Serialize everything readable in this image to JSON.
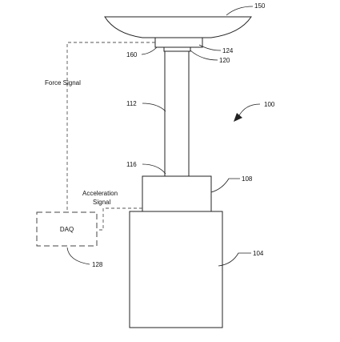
{
  "labels": {
    "ref_150": "150",
    "ref_124": "124",
    "ref_160": "160",
    "ref_120": "120",
    "ref_112": "112",
    "ref_100": "100",
    "ref_116": "116",
    "ref_108": "108",
    "ref_104": "104",
    "ref_128": "128",
    "force_signal": "Force Signal",
    "acceleration_line1": "Acceleration",
    "acceleration_line2": "Signal",
    "daq": "DAQ"
  }
}
